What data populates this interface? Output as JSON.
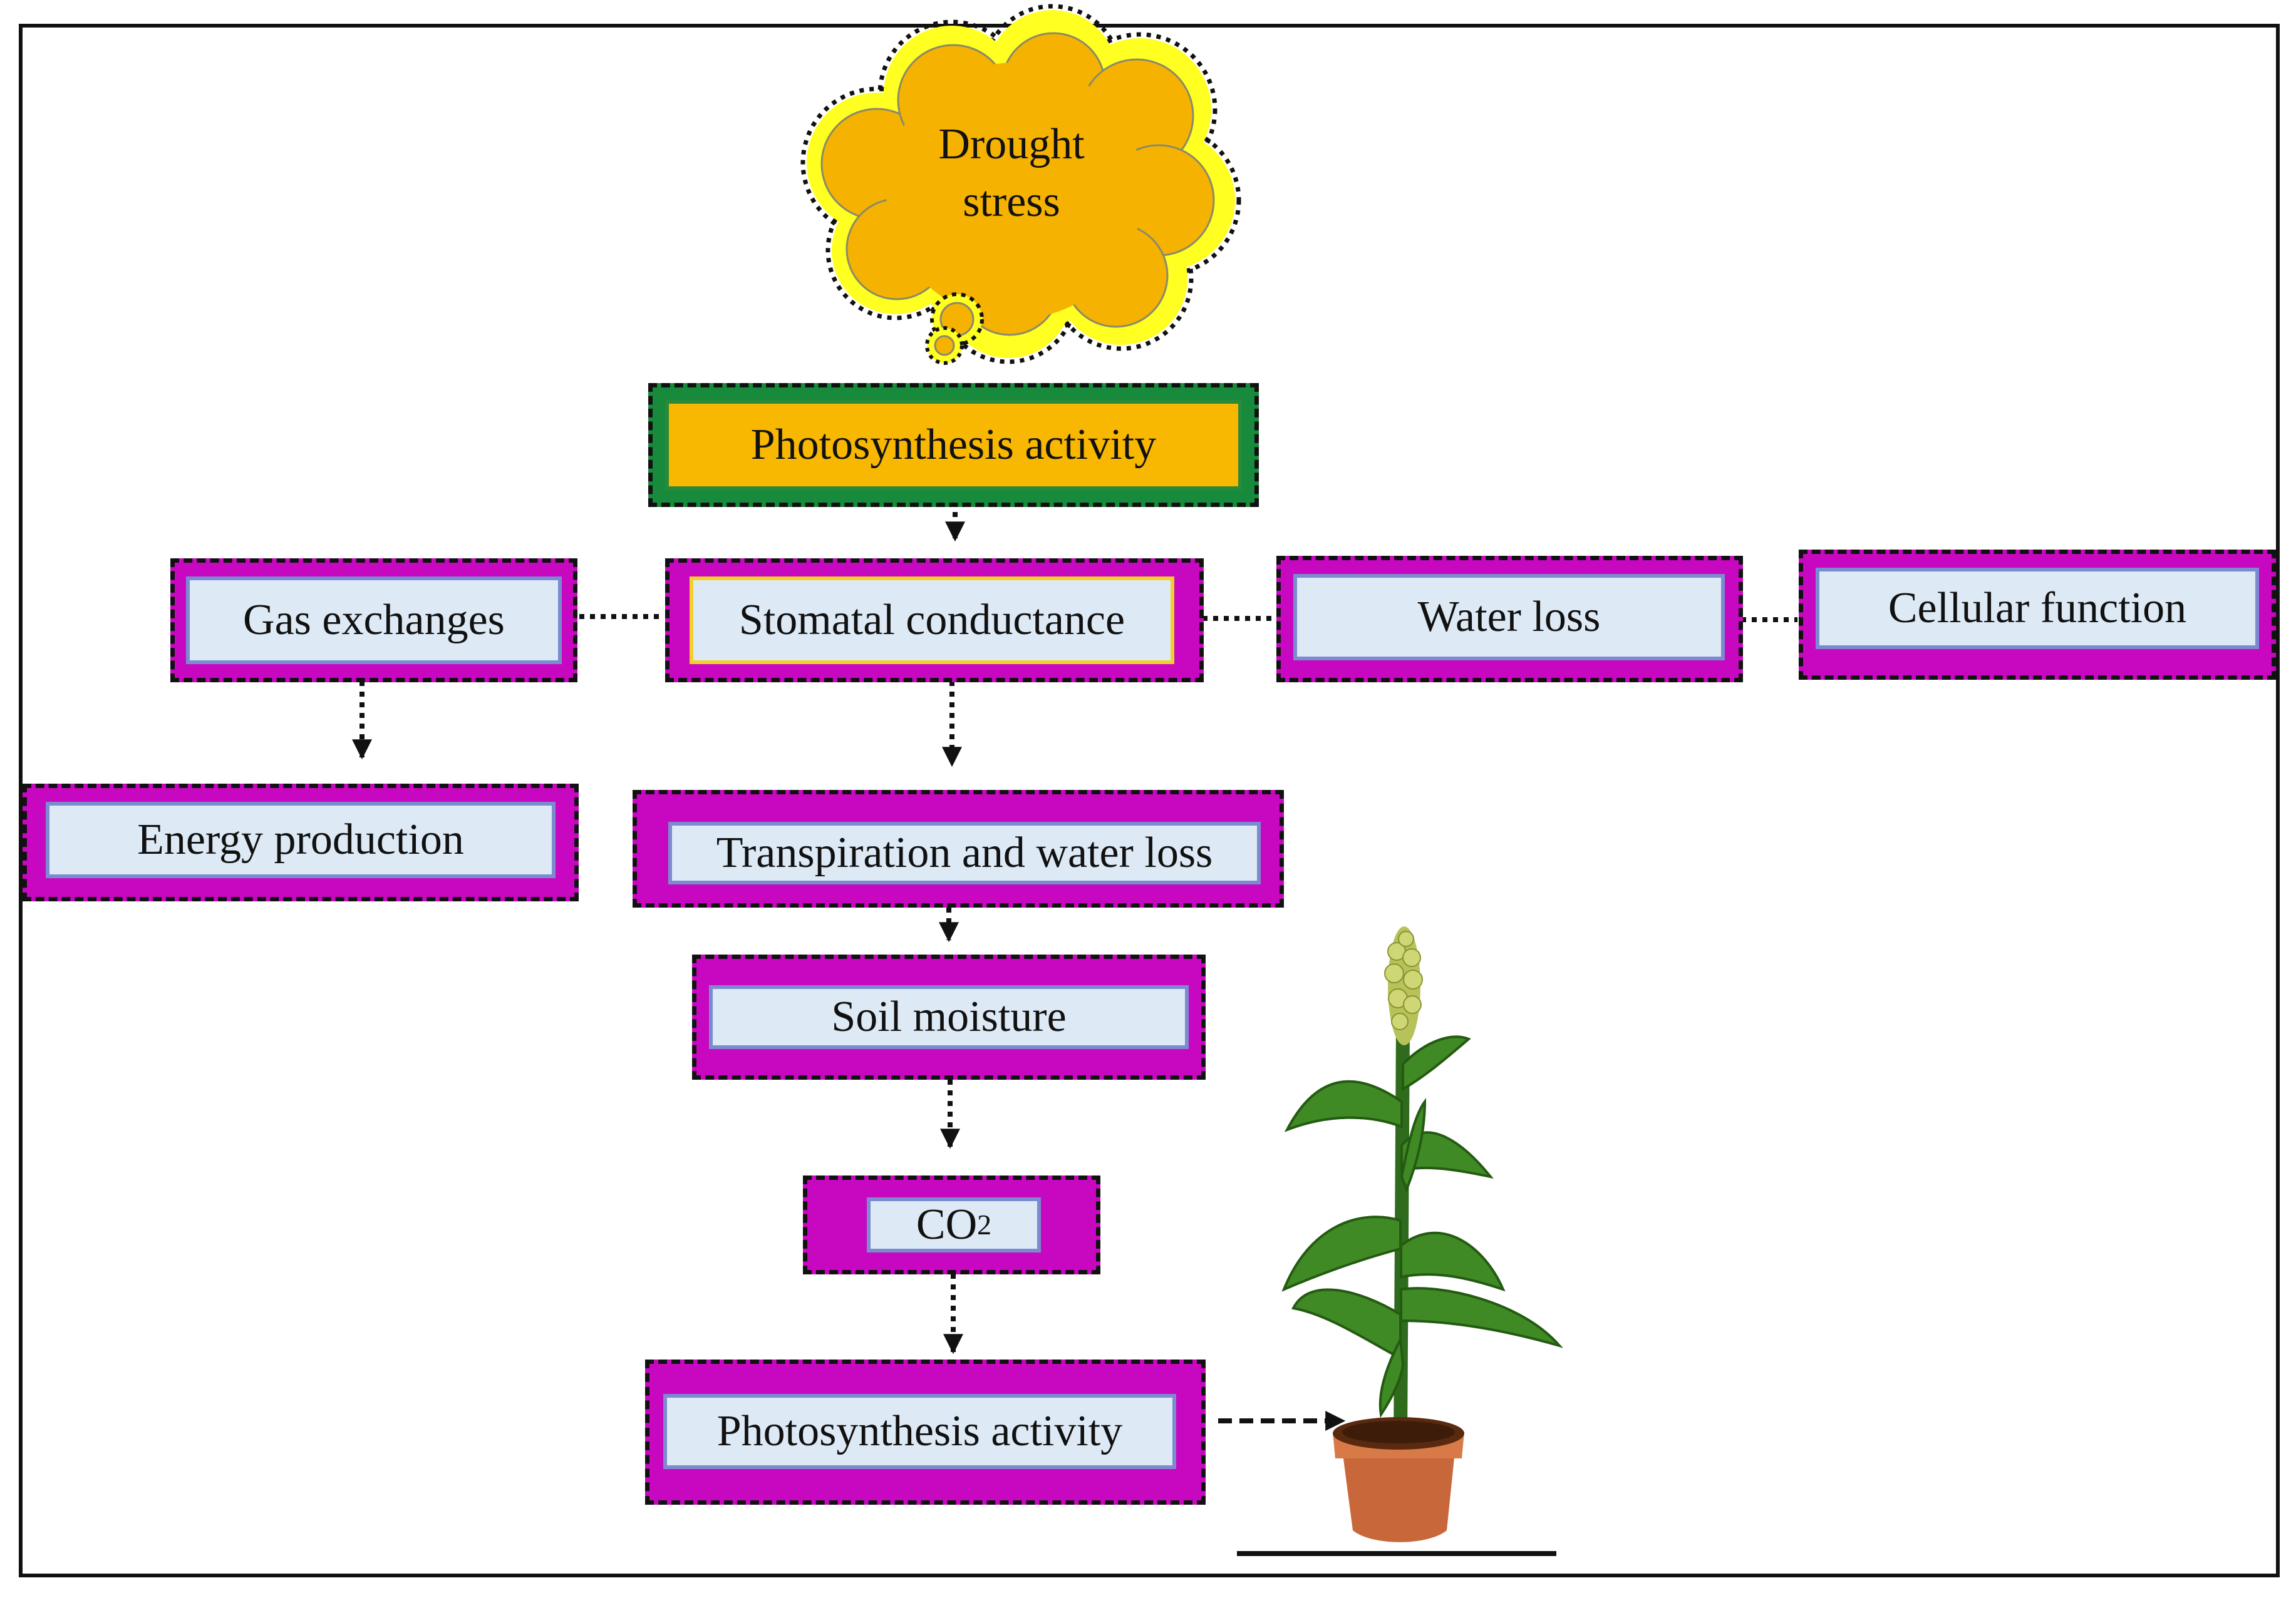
{
  "cloud": {
    "line1": "Drought",
    "line2": "stress"
  },
  "nodes": {
    "photosynthesis_top": "Photosynthesis activity",
    "gas_exchanges": "Gas exchanges",
    "stomatal_conductance": "Stomatal conductance",
    "water_loss": "Water loss",
    "cellular_function": "Cellular function",
    "energy_production": "Energy production",
    "transpiration": "Transpiration and water loss",
    "soil_moisture": "Soil moisture",
    "co2_main": "CO",
    "co2_sub": "2",
    "photosynthesis_bottom": "Photosynthesis activity"
  },
  "colors": {
    "magenta": "#c808c0",
    "light_blue": "#dde9f5",
    "orange": "#f8b700",
    "green": "#178a3c",
    "cloud_fill": "#f8b400",
    "cloud_halo": "#ffff22"
  },
  "icons": [
    "drought-cloud-icon",
    "potted-plant-icon"
  ]
}
